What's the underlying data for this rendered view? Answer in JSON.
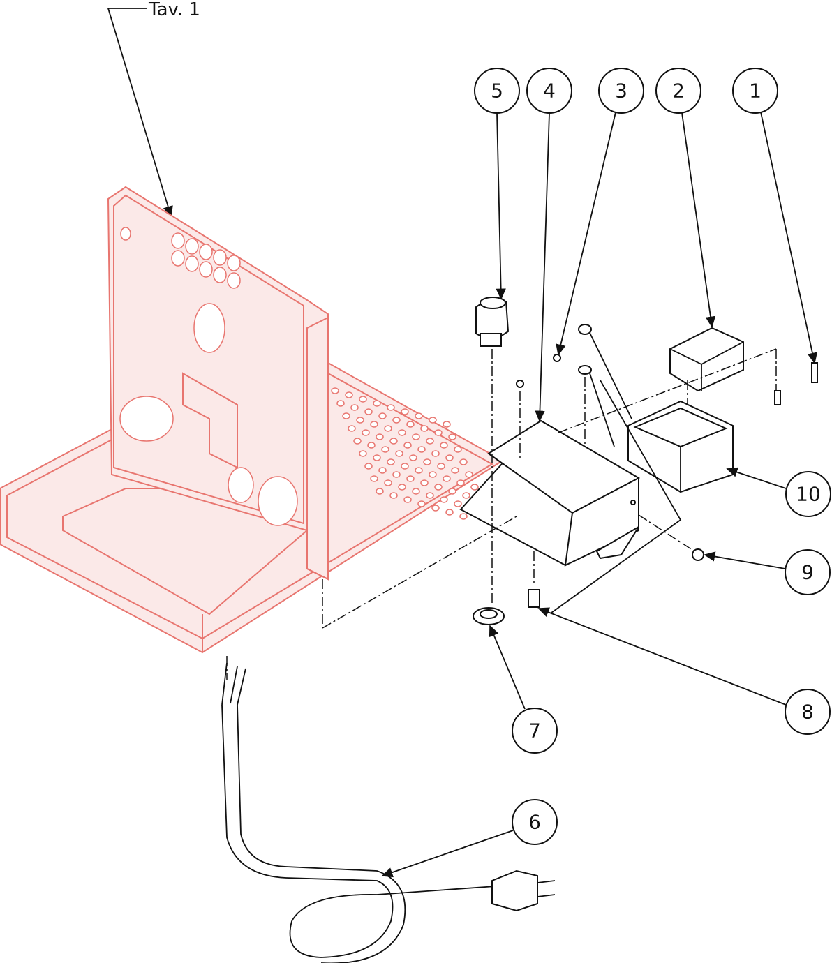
{
  "diagram": {
    "reference_label": "Tav. 1",
    "callouts": [
      "1",
      "2",
      "3",
      "4",
      "5",
      "6",
      "7",
      "8",
      "9",
      "10"
    ],
    "colors": {
      "frame": "#e8756f",
      "parts": "#111111"
    }
  }
}
